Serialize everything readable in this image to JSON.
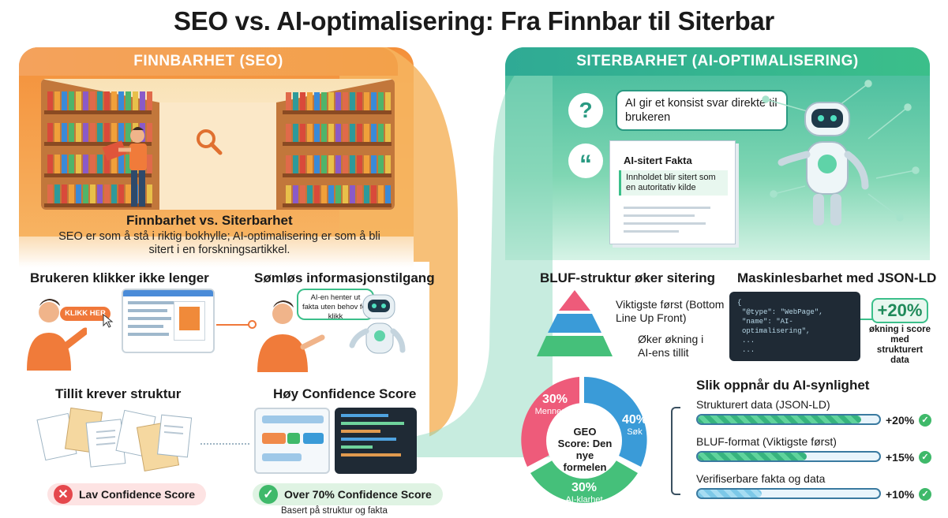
{
  "title": "SEO vs. AI-optimalisering: Fra Finnbar til Siterbar",
  "left": {
    "header": "FINNBARHET (SEO)",
    "compare_title": "Finnbarhet vs. Siterbarhet",
    "compare_text": "SEO er som å stå i riktig bokhylle; AI-optimalisering er som å bli sitert i en forskningsartikkel.",
    "click_title": "Brukeren klikker ikke lenger",
    "click_button": "KLIKK HER",
    "seamless_title": "Sømløs informasjonstilgang",
    "seamless_bubble": "AI-en henter ut fakta uten behov for klikk",
    "trust_title": "Tillit krever struktur",
    "low_score": "Lav Confidence Score",
    "high_title": "Høy Confidence Score",
    "high_score": "Over 70% Confidence Score",
    "high_sub": "Basert på struktur og fakta"
  },
  "right": {
    "header": "SITERBARHET (AI-OPTIMALISERING)",
    "answer_bubble": "AI gir et konsist svar direkte til brukeren",
    "doc_title": "AI-sitert Fakta",
    "doc_quote": "Innholdet blir sitert som en autoritativ kilde",
    "bluf_title": "BLUF-struktur øker sitering",
    "bluf_top": "Viktigste først (Bottom Line Up Front)",
    "bluf_bottom": "Øker økning i AI-ens tillit",
    "json_title": "Maskinlesbarhet med JSON-LD",
    "json_lines": [
      "{",
      "\"@type\": \"WebPage\",",
      "\"name\": \"AI-optimalisering\",",
      "...",
      "..."
    ],
    "json_badge": "+20%",
    "json_badge_text": "økning i score med strukturert data",
    "geo_center": "GEO Score: Den nye formelen",
    "geo_segments": [
      {
        "pct": "30%",
        "label": "Menneske",
        "color": "#ee5b7a"
      },
      {
        "pct": "40%",
        "label": "Søk",
        "color": "#3a9bd8"
      },
      {
        "pct": "30%",
        "label": "AI-klarhet",
        "color": "#45c07a"
      }
    ],
    "how_title": "Slik oppnår du AI-synlighet",
    "how_items": [
      {
        "label": "Strukturert data (JSON-LD)",
        "value": "+20%",
        "fill": 0.9
      },
      {
        "label": "BLUF-format (Viktigste først)",
        "value": "+15%",
        "fill": 0.6
      },
      {
        "label": "Verifiserbare fakta og data",
        "value": "+10%",
        "fill": 0.35
      }
    ]
  },
  "icons": {
    "search": "search-icon",
    "question": "question-icon",
    "quote": "quote-icon",
    "robot": "robot-icon",
    "cross": "cross-icon",
    "check": "check-icon"
  }
}
